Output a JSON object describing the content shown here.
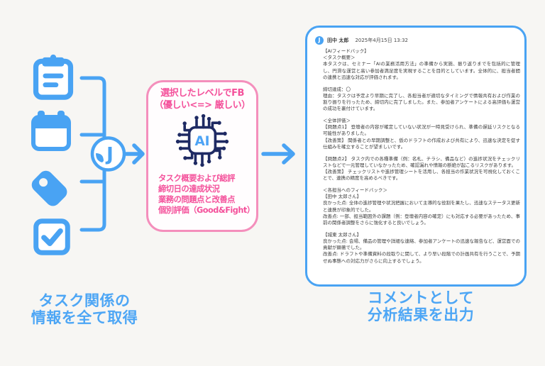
{
  "colors": {
    "blue_accent": "#49a3f3",
    "blue_text": "#4da6f5",
    "pink_text": "#f4519b",
    "pink_border": "#f48fbc",
    "chip_navy": "#1e2a63",
    "background": "#f7f6f3",
    "doc_background": "#ffffff"
  },
  "input_group": {
    "icons": [
      "clipboard-icon",
      "calendar-icon",
      "tag-icon",
      "checkbox-icon"
    ],
    "hub_logo_glyph": "J",
    "caption": "タスク関係の\n情報を全て取得"
  },
  "ai_box": {
    "title": "選択したレベルでFB\n（優しい<=> 厳しい）",
    "chip_label": "AI",
    "outputs": [
      "タスク概要および総評",
      "締切日の達成状況",
      "業務の問題点と改善点",
      "個別評価（Good&Fight）"
    ]
  },
  "output_caption": "コメントとして\n分析結果を出力",
  "doc": {
    "avatar_glyph": "J",
    "author": "田中 太郎",
    "timestamp": "2025年4月15日 13:32",
    "paragraphs": [
      "【AIフィードバック】\n＜タスク概要＞\n本タスクは、セミナー「AIの業務活用方法」の準備から実施、振り返りまでを包括的に管理し、円滑な運営と高い参加者満足度を実現することを目的としています。全体的に、担当者間の連携と迅速な対応が評価されます。",
      "締切達成：〇\n理由：タスクは予定より早期に完了し、各担当者が適切なタイミングで情報共有および作業の割り振りを行ったため、締切内に完了しました。また、参加者アンケートによる高評価も運営の成功を裏付けています。",
      "＜全体評価＞\n【問題点1】 登壇者の内容が確定していない状況が一時見受けられ、準備の遅延リスクとなる可能性がありました。\n【改善策】 関係者との早期調整と、仮のドラフトの作成および共有により、迅速な決定を促す仕組みを確立することが望ましいです。",
      "【問題点2】 タスク内での各種準備（例：名札、チラシ、備品など）の進捗状況をチェックリストなどで一元管理していなかったため、確認漏れや情報の断絶が起こるリスクがあります。\n【改善策】 チェックリストや進捗管理シートを活用し、各担当の作業状況を可視化しておくことで、連携の精度を高めるべきです。",
      "＜各担当へのフィードバック＞\n【田中 太郎さん】\n良かった点: 全体の進捗管理や状況把握において主導的な役割を果たし、迅速なステータス更新と連携が印象的でした。\n改善点: 一部、担当範囲外の課題（例：登壇者内容の確定）にも対応する必要があったため、事前の関係者調整をさらに強化すると良いでしょう。",
      "【城東 太郎さん】\n良かった点: 会場、備品の管理や詳細な連絡、参加者アンケートの迅速な報告など、運営面での貢献が顕著でした。\n改善点: ドラフトや準備資料の段取りに関して、より早い段階での計画共有を行うことで、予期せぬ事態への対応力がさらに向上するでしょう。"
    ]
  }
}
